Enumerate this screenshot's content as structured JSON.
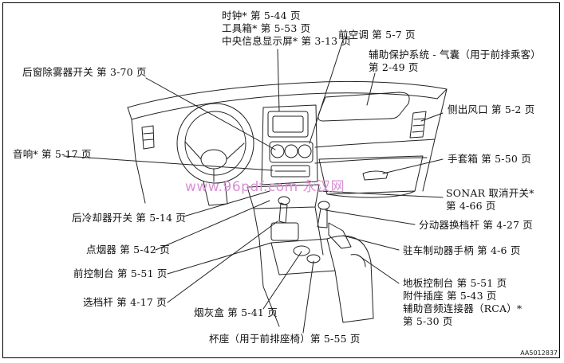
{
  "labels": {
    "clock": "时钟* 第 5-44 页",
    "toolbox": "工具箱* 第 5-53 页",
    "center_display": "中央信息显示屏* 第 3-13 页",
    "front_ac": "前空调 第 5-7 页",
    "srs_airbag_1": "辅助保护系统 - 气囊（用于前排乘客）",
    "srs_airbag_2": "第 2-49 页",
    "rear_defogger": "后窗除雾器开关 第 3-70 页",
    "side_vent": "侧出风口 第 5-2 页",
    "audio": "音响* 第 5-17 页",
    "glovebox": "手套箱 第 5-50 页",
    "sonar_1": "SONAR 取消开关*",
    "sonar_2": "第 4-66 页",
    "rear_cooler": "后冷却器开关 第 5-14 页",
    "transfer_lever": "分动器换档杆 第 4-27 页",
    "lighter": "点烟器 第 5-42 页",
    "parking_brake": "驻车制动器手柄 第 4-6 页",
    "front_console": "前控制台 第 5-51 页",
    "floor_console": "地板控制台 第 5-51 页",
    "accessory_socket": "附件插座 第 5-43 页",
    "aux_audio": "辅助音频连接器（RCA）*",
    "aux_audio_page": "第 5-30 页",
    "selector_lever": "选档杆 第 4-17 页",
    "ashtray": "烟灰盒 第 5-41 页",
    "cup_holder": "杯座（用于前排座椅）第 5-55 页"
  },
  "watermark": "www.96pdf.com 永汉网",
  "figure_code": "AA5012837"
}
